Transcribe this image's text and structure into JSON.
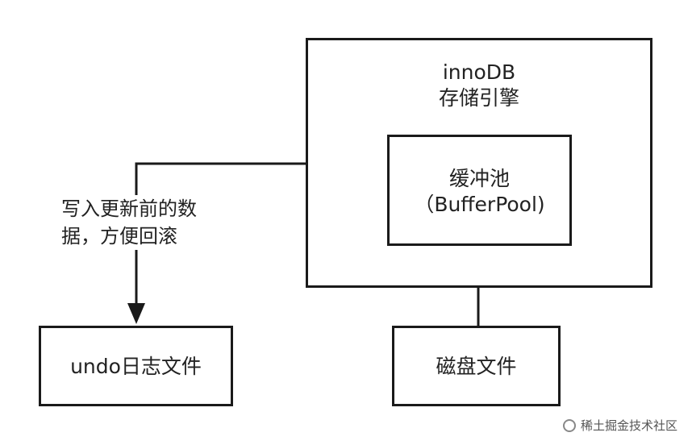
{
  "innodb": {
    "title": "innoDB",
    "subtitle": "存储引擎"
  },
  "buffer_pool": {
    "line1": "缓冲池",
    "line2": "（BufferPool)"
  },
  "undo": {
    "label": "undo日志文件"
  },
  "disk": {
    "label": "磁盘文件"
  },
  "edge_note": {
    "line1": "写入更新前的数",
    "line2": "据，方便回滚"
  },
  "watermark": {
    "text": "稀土掘金技术社区",
    "icon": "chat-bubble-icon"
  }
}
